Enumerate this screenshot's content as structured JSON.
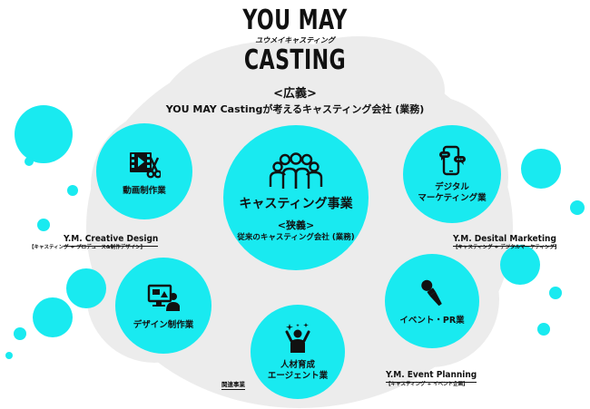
{
  "brand": {
    "line1": "YOU MAY",
    "kana": "ユウメイキャスティング",
    "line2": "CASTING"
  },
  "broad": {
    "heading": "<広義>",
    "subheading": "YOU MAY Castingが考えるキャスティング会社 (業務)"
  },
  "center": {
    "title": "キャスティング事業",
    "narrow_heading": "<狭義>",
    "narrow_sub": "従来のキャスティング会社 (業務)",
    "icon": "people-group-icon"
  },
  "services": {
    "video": {
      "label": "動画制作業",
      "icon": "film-scissors-icon"
    },
    "digital": {
      "label_line1": "デジタル",
      "label_line2": "マーケティング業",
      "icon": "smartphone-chat-icon"
    },
    "design": {
      "label": "デザイン制作業",
      "icon": "designer-monitor-icon"
    },
    "talent": {
      "label_line1": "人材育成",
      "label_line2": "エージェント業",
      "icon": "celebrating-person-icon"
    },
    "event": {
      "label": "イベント・PR業",
      "icon": "microphone-icon"
    }
  },
  "divisions": {
    "creative": {
      "title": "Y.M. Creative Design",
      "sub": "【キャスティング + プロデュース&制作デザイン】"
    },
    "marketing": {
      "title": "Y.M. Desital Marketing",
      "sub": "【キャスティング + デジタルマーケティング】"
    },
    "event": {
      "title": "Y.M. Event Planning",
      "sub": "【キャスティング + イベント企画】"
    }
  },
  "related": "関連事業",
  "colors": {
    "accent": "#19eaf0",
    "background_blob": "#ececec",
    "text": "#111111"
  }
}
